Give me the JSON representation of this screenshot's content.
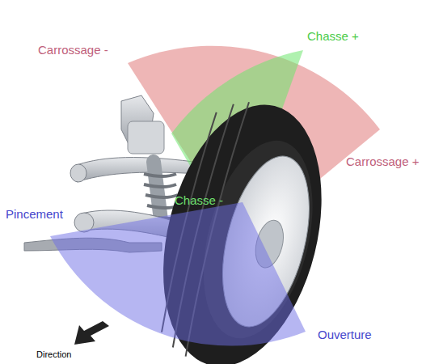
{
  "diagram": {
    "labels": [
      "Carrossage -",
      "Chasse +",
      "Carrossage +",
      "Chasse -",
      "Pincement",
      "Ouverture",
      "Direction"
    ]
  }
}
